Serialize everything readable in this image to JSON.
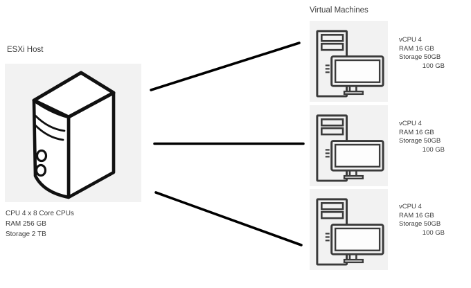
{
  "diagram": {
    "vm_section_title": "Virtual Machines",
    "host": {
      "label": "ESXi Host",
      "icon": "server-tower-icon",
      "specs": {
        "cpu": "CPU 4 x 8 Core CPUs",
        "ram": "RAM 256 GB",
        "storage": "Storage 2 TB"
      }
    },
    "vms": [
      {
        "icon": "desktop-computer-icon",
        "specs": {
          "vcpu": "vCPU 4",
          "ram": "RAM 16 GB",
          "storage": "Storage 50GB",
          "storage2": "100 GB"
        }
      },
      {
        "icon": "desktop-computer-icon",
        "specs": {
          "vcpu": "vCPU 4",
          "ram": "RAM 16 GB",
          "storage": "Storage 50GB",
          "storage2": "100 GB"
        }
      },
      {
        "icon": "desktop-computer-icon",
        "specs": {
          "vcpu": "vCPU 4",
          "ram": "RAM 16 GB",
          "storage": "Storage 50GB",
          "storage2": "100 GB"
        }
      }
    ],
    "connections": [
      {
        "from": "esxi-host",
        "to": "vm-1"
      },
      {
        "from": "esxi-host",
        "to": "vm-2"
      },
      {
        "from": "esxi-host",
        "to": "vm-3"
      }
    ],
    "colors": {
      "background": "#ffffff",
      "panel_bg": "#f2f2f2",
      "text": "#3d3d3d",
      "connector": "#000000",
      "host_icon_stroke": "#111111",
      "vm_icon_stroke": "#3a3a3a"
    }
  }
}
